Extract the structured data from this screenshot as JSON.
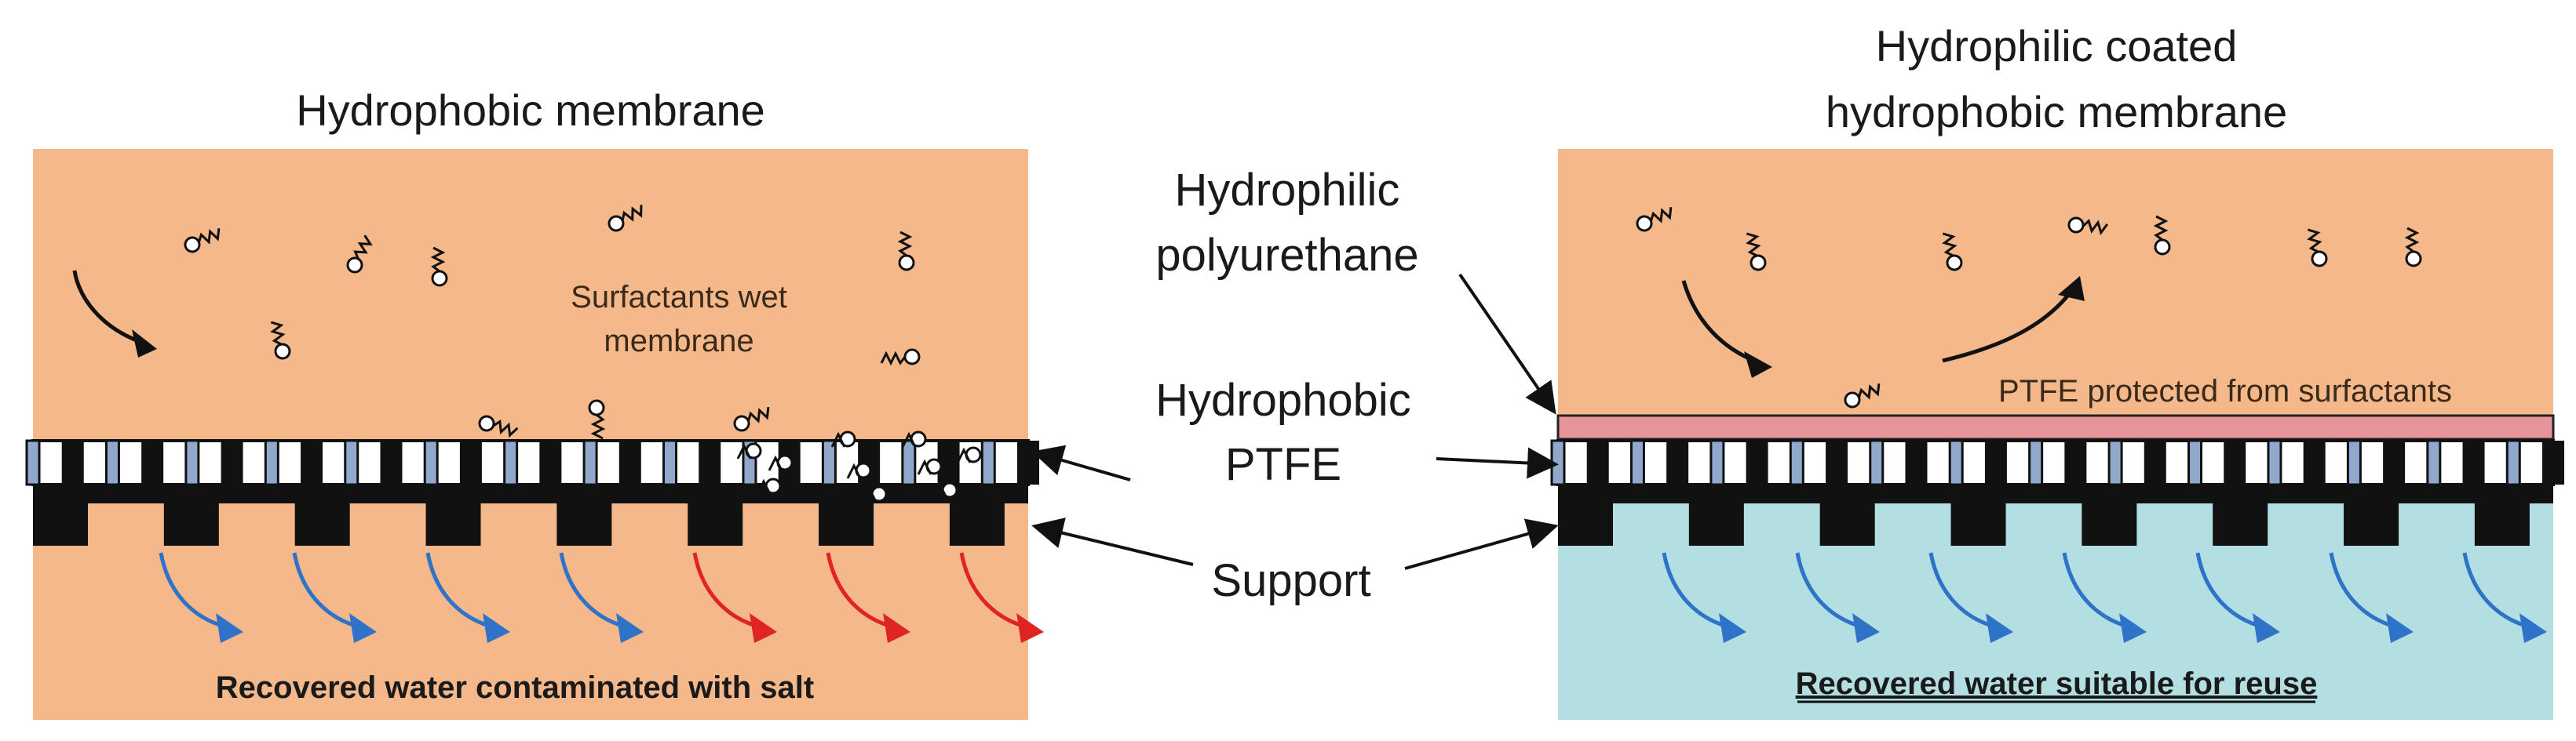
{
  "left_panel": {
    "title": "Hydrophobic membrane",
    "note_line1": "Surfactants wet",
    "note_line2": "membrane",
    "caption": "Recovered water contaminated with salt",
    "colors": {
      "feed": "#f5b88a",
      "permeate": "#f5b88a",
      "flow_clean": "#2f73c9",
      "flow_salt": "#e02424"
    }
  },
  "right_panel": {
    "title_line1": "Hydrophilic coated",
    "title_line2": "hydrophobic membrane",
    "note": "PTFE protected from surfactants",
    "caption": "Recovered water suitable for reuse",
    "colors": {
      "feed": "#f5b88a",
      "permeate": "#b3dfe3",
      "coating": "#e6939a",
      "flow_clean": "#2f73c9"
    }
  },
  "callouts": {
    "coating_line1": "Hydrophilic",
    "coating_line2": "polyurethane",
    "ptfe_line1": "Hydrophobic",
    "ptfe_line2": "PTFE",
    "support": "Support"
  },
  "membrane_colors": {
    "pore": "#ffffff",
    "ptfe": "#8fa8cc",
    "support": "#111111"
  }
}
